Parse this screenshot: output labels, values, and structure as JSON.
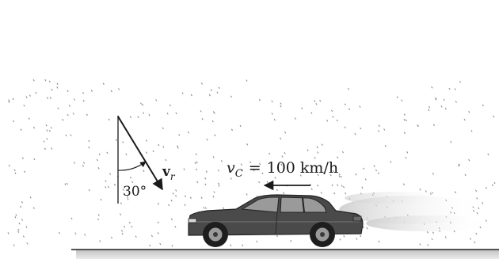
{
  "diagram": {
    "angle_label": "30°",
    "rain_velocity": {
      "symbol": "v",
      "subscript": "r"
    },
    "car_velocity": {
      "symbol": "v",
      "subscript": "C",
      "equals": "=",
      "value": "100 km/h"
    }
  },
  "colors": {
    "ink": "#1a1a1a",
    "raindrop": "#8c8c8c",
    "ground": "#b9b9b9",
    "car_body": "#4a4a4a",
    "exhaust": "#d9d9d9"
  }
}
